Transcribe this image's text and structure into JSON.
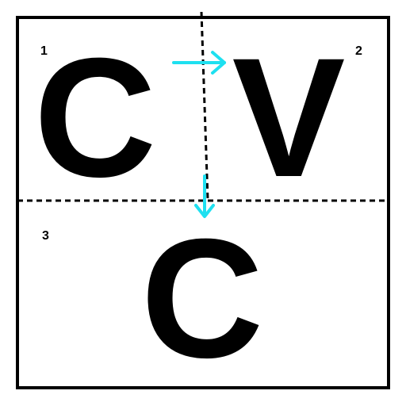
{
  "panels": [
    {
      "number": "1",
      "letter": "C"
    },
    {
      "number": "2",
      "letter": "V"
    },
    {
      "number": "3",
      "letter": "C"
    }
  ],
  "colors": {
    "border": "#000000",
    "divider": "#000000",
    "arrow": "#1ee0f0",
    "letter": "#000000",
    "background": "#ffffff"
  }
}
